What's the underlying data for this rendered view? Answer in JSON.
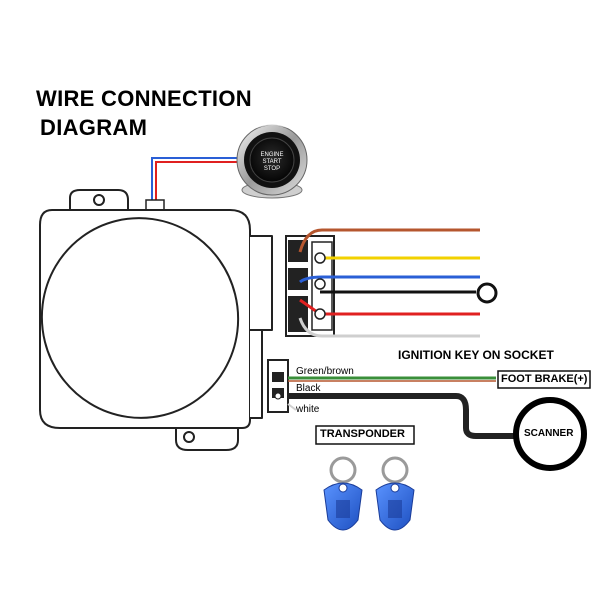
{
  "title": {
    "line1": "WIRE CONNECTION",
    "line2": "DIAGRAM"
  },
  "start_button": {
    "line1": "ENGINE",
    "line2": "START",
    "line3": "STOP"
  },
  "labels": {
    "ignition": "IGNITION KEY ON SOCKET",
    "foot_brake": "FOOT BRAKE(+)",
    "scanner": "SCANNER",
    "transponder": "TRANSPONDER"
  },
  "wire_labels": {
    "green_brown": "Green/brown",
    "black": "Black",
    "white": "white"
  },
  "colors": {
    "wire_brown": "#b5562e",
    "wire_yellow": "#f2d100",
    "wire_blue": "#2a5fd6",
    "wire_black": "#111111",
    "wire_red": "#e02020",
    "wire_white": "#cfcfcf",
    "wire_green": "#3a8f3a",
    "keyfob_blue": "#2f6fe0"
  },
  "icons": [
    "engine-start-button-icon",
    "keyfob-icon",
    "scanner-ring-icon"
  ]
}
